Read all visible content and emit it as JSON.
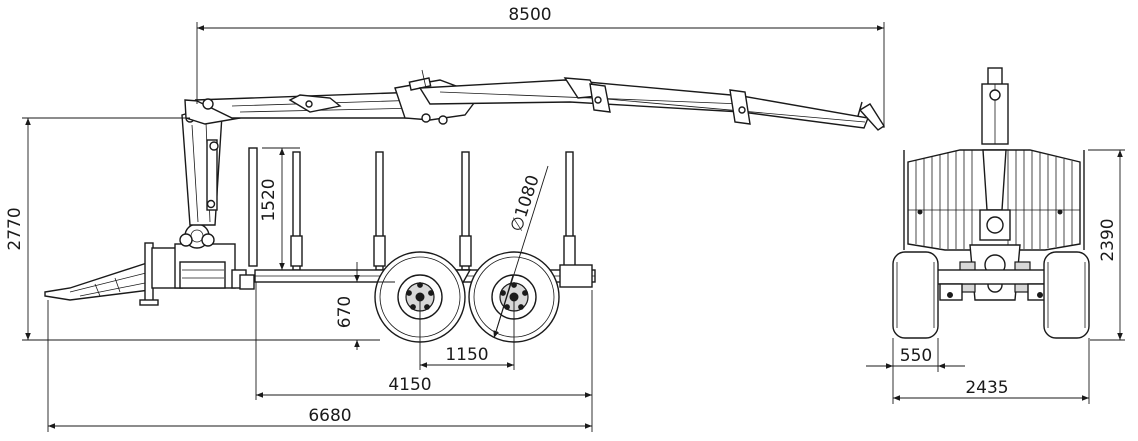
{
  "dimensions": {
    "total_reach": "8500",
    "total_height": "2770",
    "stanchion_height": "1520",
    "wheel_diameter": "∅1080",
    "ground_clearance": "670",
    "axle_spacing": "1150",
    "frame_length": "4150",
    "total_length": "6680",
    "width_height": "2390",
    "wheel_width": "550",
    "total_width": "2435"
  }
}
